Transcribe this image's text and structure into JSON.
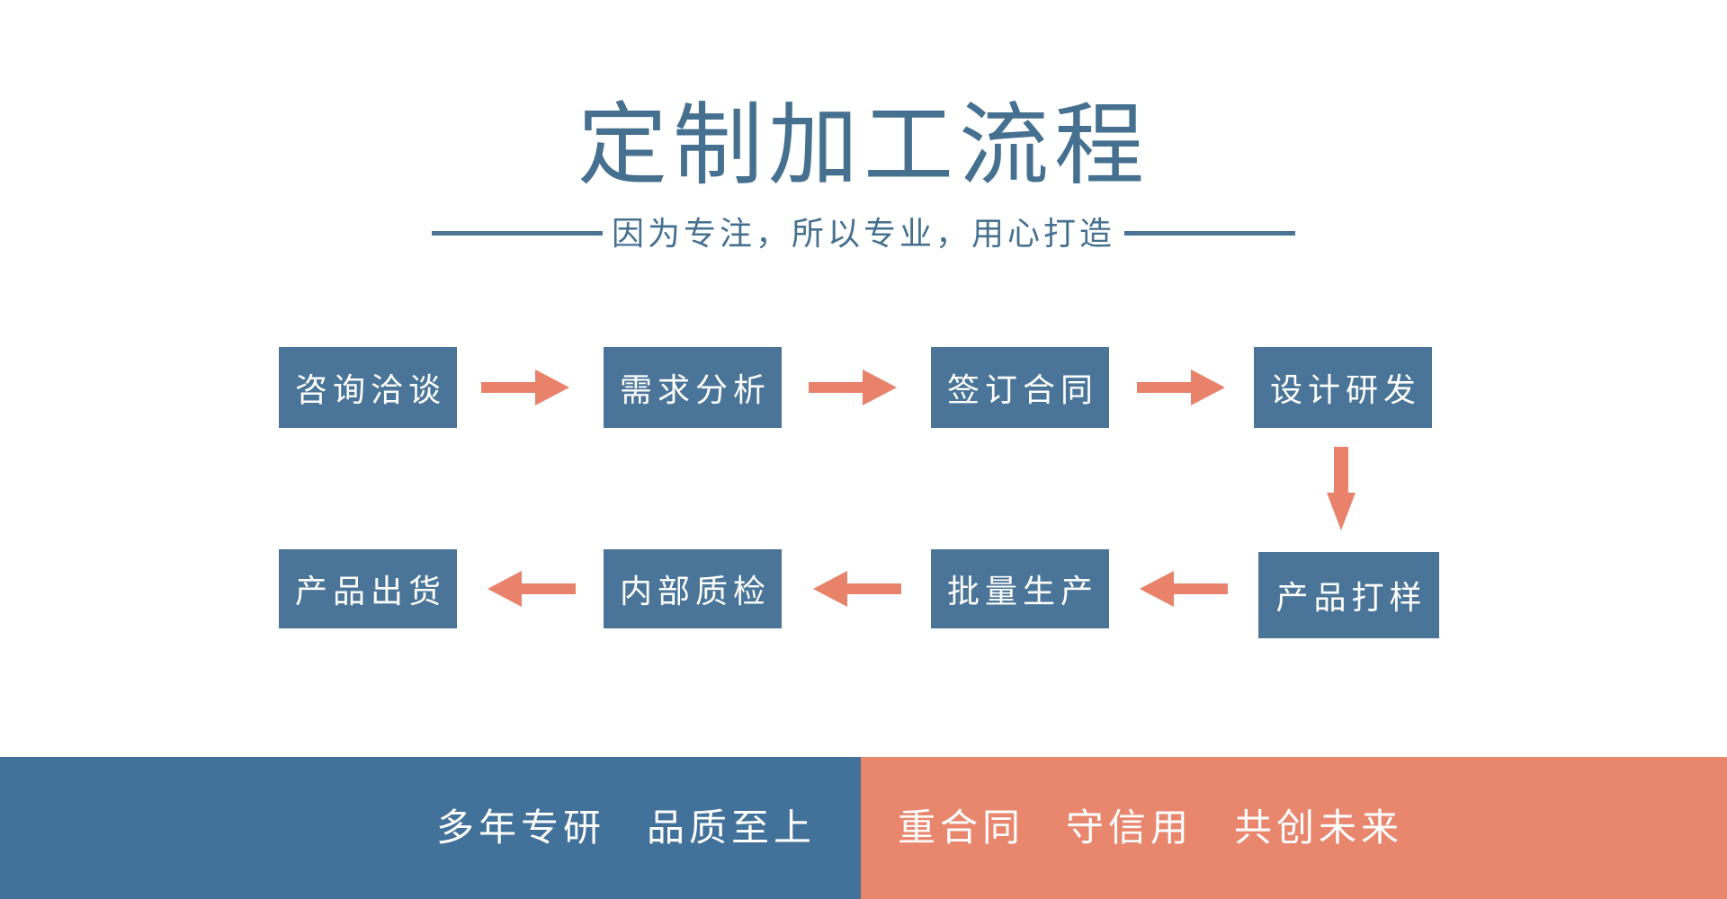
{
  "header": {
    "title": "定制加工流程",
    "subtitle": "因为专注，所以专业，用心打造"
  },
  "flow": {
    "row1": [
      {
        "label": "咨询洽谈"
      },
      {
        "label": "需求分析"
      },
      {
        "label": "签订合同"
      },
      {
        "label": "设计研发"
      }
    ],
    "row2": [
      {
        "label": "产品出货"
      },
      {
        "label": "内部质检"
      },
      {
        "label": "批量生产"
      },
      {
        "label": "产品打样"
      }
    ],
    "arrows": {
      "row1_direction": "right",
      "row2_direction": "left",
      "connector_direction": "down"
    }
  },
  "banner": {
    "left_phrases": [
      "多年专研",
      "品质至上"
    ],
    "right_phrases": [
      "重合同",
      "守信用",
      "共创未来"
    ]
  },
  "colors": {
    "title_blue": "#45708F",
    "divider_line_blue": "#4A7396",
    "step_box_blue": "#4A7598",
    "banner_blue": "#427199",
    "arrow_coral": "#E8826A",
    "banner_coral": "#E8876E",
    "text_white": "#FFFFFF",
    "background": "#FFFFFF"
  }
}
